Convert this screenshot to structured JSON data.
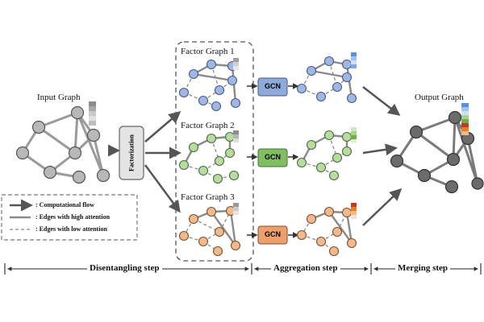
{
  "labels": {
    "input_graph": "Input Graph",
    "output_graph": "Output Graph",
    "factorization": "Factorization",
    "factor_graph_1": "Factor Graph 1",
    "factor_graph_2": "Factor Graph 2",
    "factor_graph_3": "Factor Graph 3",
    "gcn": "GCN"
  },
  "legend": {
    "computational_flow": ": Computational flow",
    "high_attention": ": Edges with high attention",
    "low_attention": ": Edges with low attention"
  },
  "steps": {
    "disentangling": "Disentangling step",
    "aggregation": "Aggregation step",
    "merging": "Merging step"
  },
  "colors": {
    "input_node": "#b8b8b8",
    "output_node": "#6b6b6b",
    "factor1_node": "#9fb7e6",
    "factor2_node": "#b7dba0",
    "factor3_node": "#f2b98d",
    "gcn1_box": "#8eaadb",
    "gcn2_box": "#7fbf5f",
    "gcn3_box": "#ef9f6a",
    "edge_strong": "#7a7a7a",
    "arrow": "#555555"
  }
}
